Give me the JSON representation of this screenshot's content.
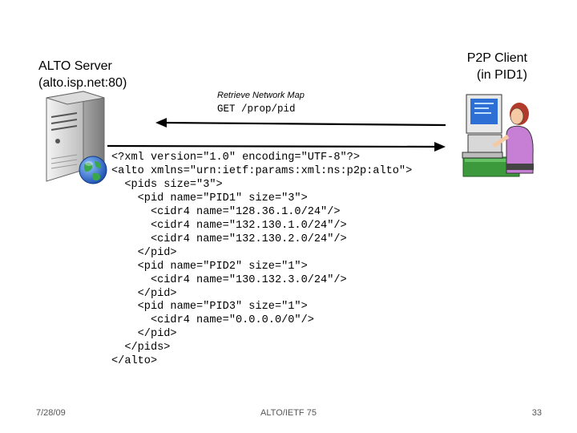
{
  "server": {
    "name": "ALTO Server",
    "address": "(alto.isp.net:80)"
  },
  "client": {
    "name": "P2P Client",
    "pid": "(in PID1)"
  },
  "request": {
    "title": "Retrieve Network Map",
    "command": "GET /prop/pid"
  },
  "response_lines": [
    "<?xml version=\"1.0\" encoding=\"UTF-8\"?>",
    "<alto xmlns=\"urn:ietf:params:xml:ns:p2p:alto\">",
    "  <pids size=\"3\">",
    "    <pid name=\"PID1\" size=\"3\">",
    "      <cidr4 name=\"128.36.1.0/24\"/>",
    "      <cidr4 name=\"132.130.1.0/24\"/>",
    "      <cidr4 name=\"132.130.2.0/24\"/>",
    "    </pid>",
    "    <pid name=\"PID2\" size=\"1\">",
    "      <cidr4 name=\"130.132.3.0/24\"/>",
    "    </pid>",
    "    <pid name=\"PID3\" size=\"1\">",
    "      <cidr4 name=\"0.0.0.0/0\"/>",
    "    </pid>",
    "  </pids>",
    "</alto>"
  ],
  "footer": {
    "date": "7/28/09",
    "center": "ALTO/IETF 75",
    "page": "33"
  },
  "icons": {
    "server": "server-tower-icon",
    "globe": "globe-icon",
    "client": "woman-at-computer-icon"
  }
}
